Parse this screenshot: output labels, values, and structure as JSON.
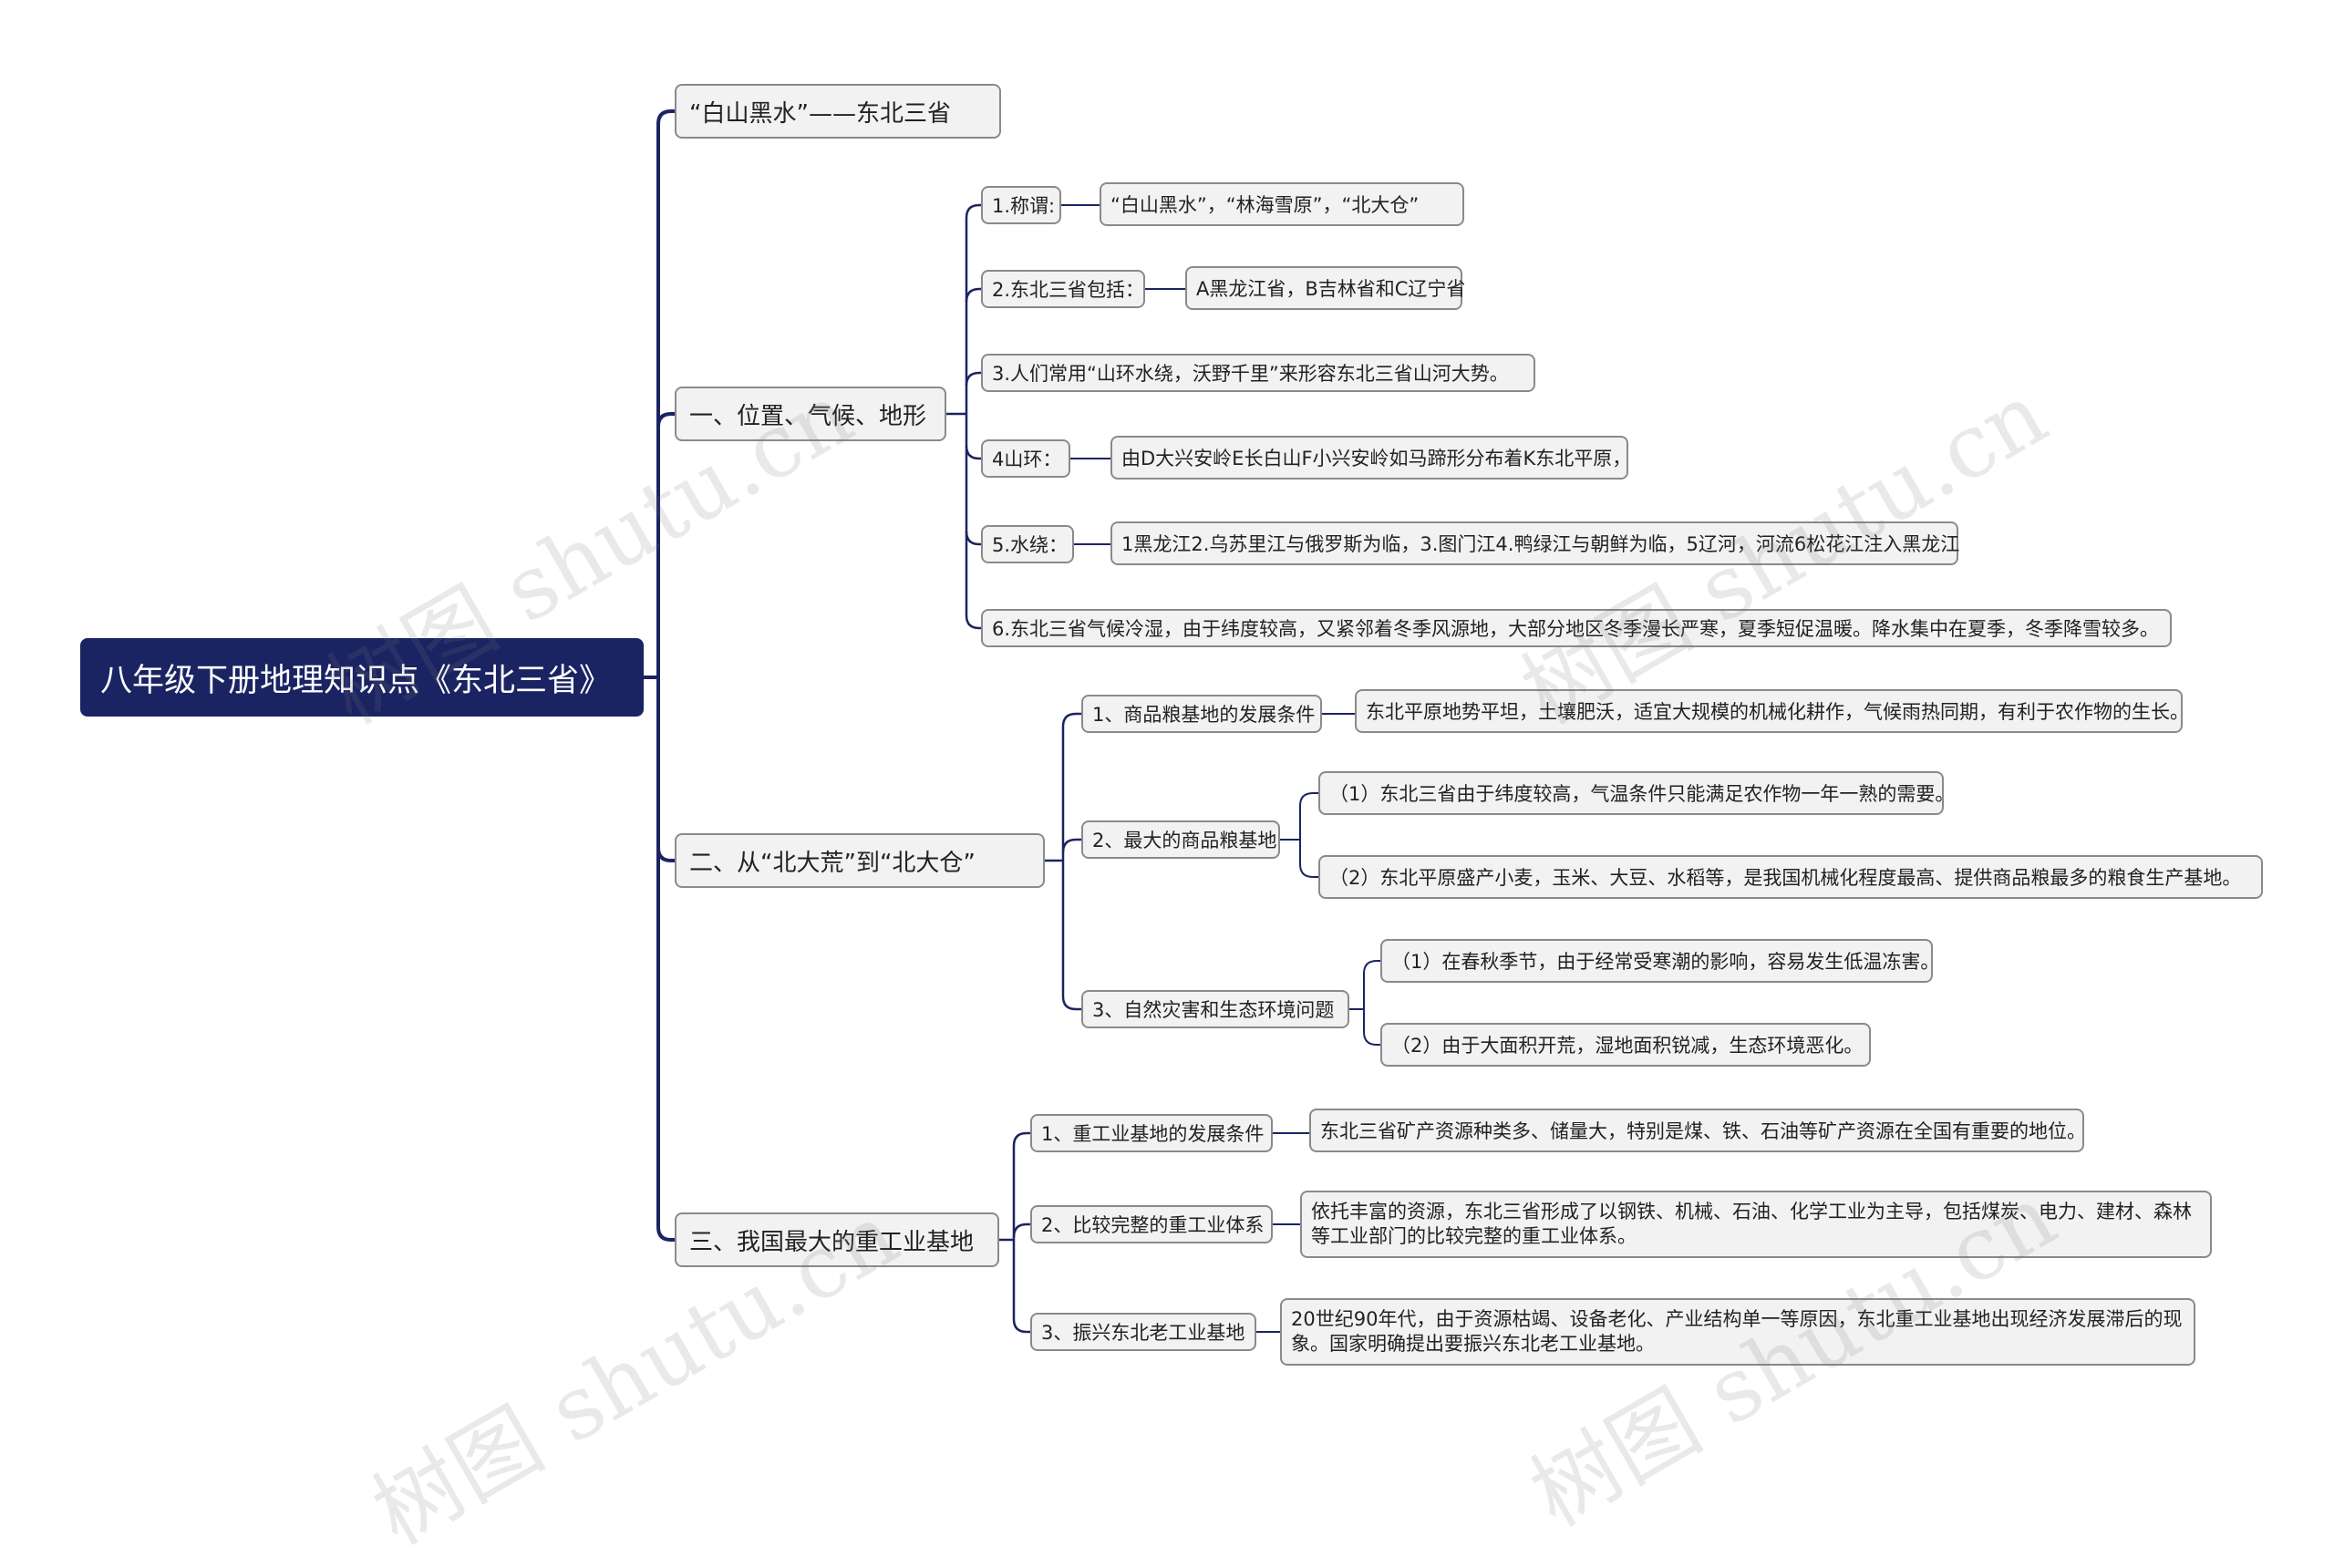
{
  "root": "八年级下册地理知识点《东北三省》",
  "branches": [
    {
      "label": "“白山黑水”——东北三省",
      "children": []
    },
    {
      "label": "一、位置、气候、地形",
      "children": [
        {
          "label": "1.称谓:",
          "children": [
            "“白山黑水”，“林海雪原”，“北大仓”"
          ]
        },
        {
          "label": "2.东北三省包括：",
          "children": [
            "A黑龙江省，B吉林省和C辽宁省"
          ]
        },
        {
          "label": "3.人们常用“山环水绕，沃野千里”来形容东北三省山河大势。",
          "children": []
        },
        {
          "label": "4山环：",
          "children": [
            "由D大兴安岭E长白山F小兴安岭如马蹄形分布着K东北平原，"
          ]
        },
        {
          "label": "5.水绕：",
          "children": [
            "1黑龙江2.乌苏里江与俄罗斯为临，3.图门江4.鸭绿江与朝鲜为临，5辽河，河流6松花江注入黑龙江"
          ]
        },
        {
          "label": "6.东北三省气候冷湿，由于纬度较高，又紧邻着冬季风源地，大部分地区冬季漫长严寒，夏季短促温暖。降水集中在夏季，冬季降雪较多。",
          "children": []
        }
      ]
    },
    {
      "label": "二、从“北大荒”到“北大仓”",
      "children": [
        {
          "label": "1、商品粮基地的发展条件",
          "children": [
            "东北平原地势平坦，土壤肥沃，适宜大规模的机械化耕作，气候雨热同期，有利于农作物的生长。"
          ]
        },
        {
          "label": "2、最大的商品粮基地",
          "children": [
            "（1）东北三省由于纬度较高，气温条件只能满足农作物一年一熟的需要。",
            "（2）东北平原盛产小麦，玉米、大豆、水稻等，是我国机械化程度最高、提供商品粮最多的粮食生产基地。"
          ]
        },
        {
          "label": "3、自然灾害和生态环境问题",
          "children": [
            "（1）在春秋季节，由于经常受寒潮的影响，容易发生低温冻害。",
            "（2）由于大面积开荒，湿地面积锐减，生态环境恶化。"
          ]
        }
      ]
    },
    {
      "label": "三、我国最大的重工业基地",
      "children": [
        {
          "label": "1、重工业基地的发展条件",
          "children": [
            "东北三省矿产资源种类多、储量大，特别是煤、铁、石油等矿产资源在全国有重要的地位。"
          ]
        },
        {
          "label": "2、比较完整的重工业体系",
          "children": [
            "依托丰富的资源，东北三省形成了以钢铁、机械、石油、化学工业为主导，包括煤炭、电力、建材、森林等工业部门的比较完整的重工业体系。"
          ]
        },
        {
          "label": "3、振兴东北老工业基地",
          "children": [
            "20世纪90年代，由于资源枯竭、设备老化、产业结构单一等原因，东北重工业基地出现经济发展滞后的现象。国家明确提出要振兴东北老工业基地。"
          ]
        }
      ]
    }
  ],
  "watermark": "树图 shutu.cn",
  "colors": {
    "root_bg": "#1b2462",
    "line": "#1b2462",
    "node_bg": "#f2f2f2",
    "node_border": "#8a8a8a"
  }
}
